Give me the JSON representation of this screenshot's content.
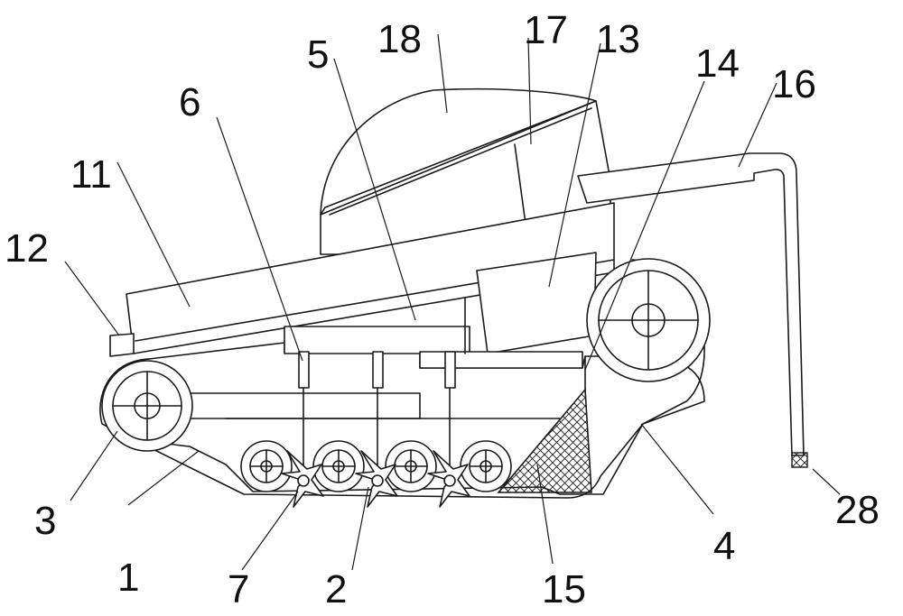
{
  "labels": {
    "l1": "1",
    "l2": "2",
    "l3": "3",
    "l4": "4",
    "l5": "5",
    "l6": "6",
    "l7": "7",
    "l11": "11",
    "l12": "12",
    "l13": "13",
    "l14": "14",
    "l15": "15",
    "l16": "16",
    "l17": "17",
    "l18": "18",
    "l28": "28"
  },
  "colors": {
    "stroke": "#1a1a1a",
    "background": "#ffffff"
  }
}
